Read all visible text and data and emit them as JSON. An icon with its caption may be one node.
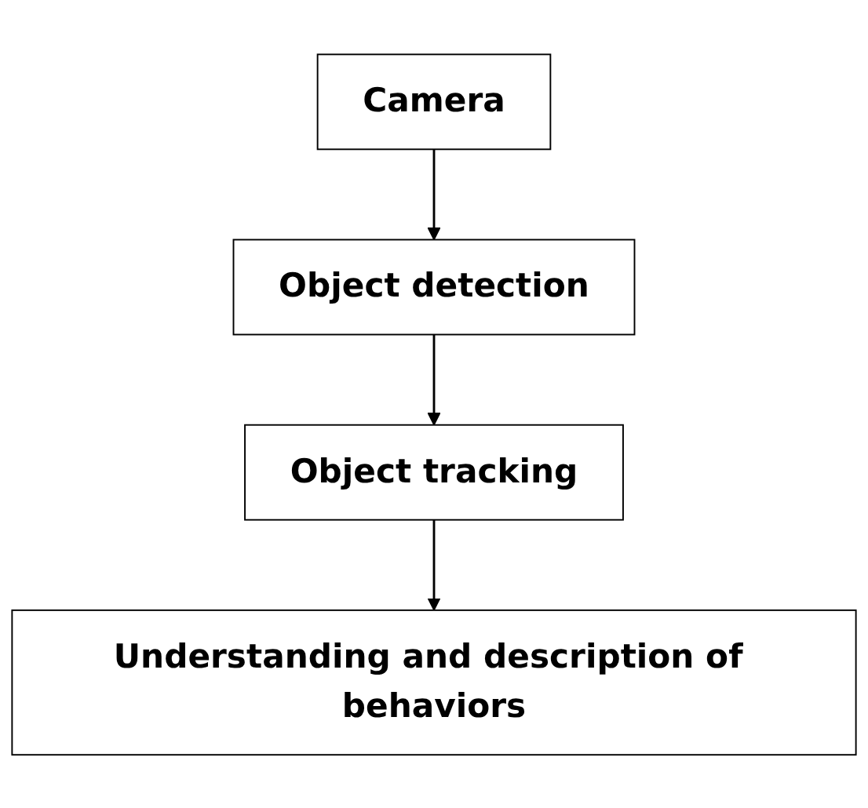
{
  "diagram": {
    "nodes": [
      {
        "text": [
          "Camera"
        ]
      },
      {
        "text": [
          "Object detection"
        ]
      },
      {
        "text": [
          "Object tracking"
        ]
      },
      {
        "text": [
          "Understanding and description of behaviors"
        ]
      }
    ],
    "edges": [
      {
        "from": 0,
        "to": 1,
        "arrow": "to"
      },
      {
        "from": 1,
        "to": 2,
        "arrow": "to"
      },
      {
        "from": 2,
        "to": 3,
        "arrow": "to"
      }
    ]
  }
}
